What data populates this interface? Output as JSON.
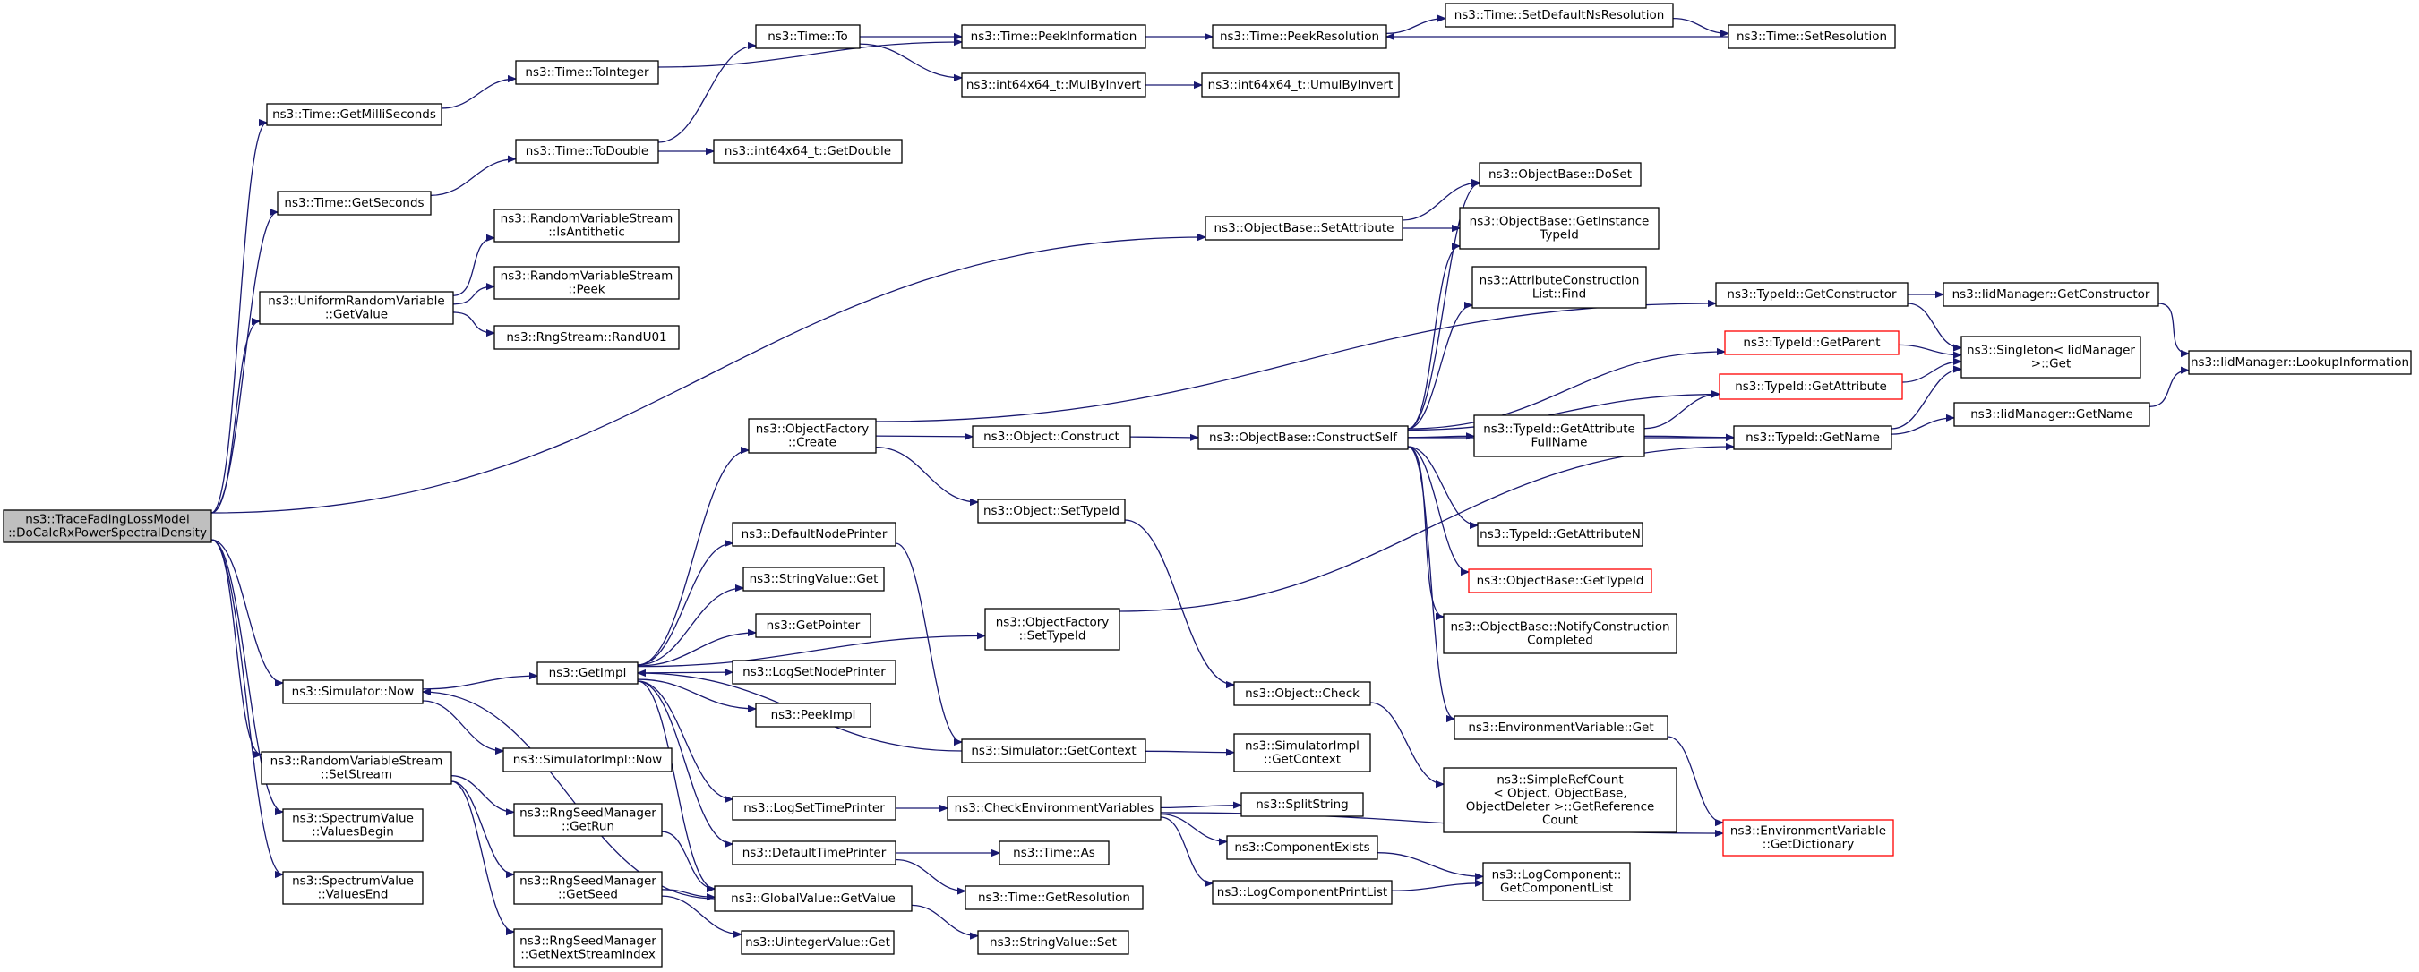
{
  "root": {
    "id": "root",
    "lines": [
      "ns3::TraceFadingLossModel",
      "::DoCalcRxPowerSpectralDensity"
    ]
  },
  "nodes": [
    {
      "id": "root",
      "lines": [
        "ns3::TraceFadingLossModel",
        "::DoCalcRxPowerSpectralDensity"
      ]
    },
    {
      "id": "getMilli",
      "lines": [
        "ns3::Time::GetMilliSeconds"
      ]
    },
    {
      "id": "getSeconds",
      "lines": [
        "ns3::Time::GetSeconds"
      ]
    },
    {
      "id": "uniGetValue",
      "lines": [
        "ns3::UniformRandomVariable",
        "::GetValue"
      ]
    },
    {
      "id": "simNow",
      "lines": [
        "ns3::Simulator::Now"
      ]
    },
    {
      "id": "rvsSetStream",
      "lines": [
        "ns3::RandomVariableStream",
        "::SetStream"
      ]
    },
    {
      "id": "svBegin",
      "lines": [
        "ns3::SpectrumValue",
        "::ValuesBegin"
      ]
    },
    {
      "id": "svEnd",
      "lines": [
        "ns3::SpectrumValue",
        "::ValuesEnd"
      ]
    },
    {
      "id": "toInteger",
      "lines": [
        "ns3::Time::ToInteger"
      ]
    },
    {
      "id": "toDouble",
      "lines": [
        "ns3::Time::ToDouble"
      ]
    },
    {
      "id": "isAnti",
      "lines": [
        "ns3::RandomVariableStream",
        "::IsAntithetic"
      ]
    },
    {
      "id": "peekRvs",
      "lines": [
        "ns3::RandomVariableStream",
        "::Peek"
      ]
    },
    {
      "id": "randU01",
      "lines": [
        "ns3::RngStream::RandU01"
      ]
    },
    {
      "id": "getImpl",
      "lines": [
        "ns3::GetImpl"
      ]
    },
    {
      "id": "simImplNow",
      "lines": [
        "ns3::SimulatorImpl::Now"
      ]
    },
    {
      "id": "rngGetRun",
      "lines": [
        "ns3::RngSeedManager",
        "::GetRun"
      ]
    },
    {
      "id": "rngGetSeed",
      "lines": [
        "ns3::RngSeedManager",
        "::GetSeed"
      ]
    },
    {
      "id": "rngNext",
      "lines": [
        "ns3::RngSeedManager",
        "::GetNextStreamIndex"
      ]
    },
    {
      "id": "timeTo",
      "lines": [
        "ns3::Time::To"
      ]
    },
    {
      "id": "i64GetDouble",
      "lines": [
        "ns3::int64x64_t::GetDouble"
      ]
    },
    {
      "id": "objFactCreate",
      "lines": [
        "ns3::ObjectFactory",
        "::Create"
      ]
    },
    {
      "id": "defNodePrinter",
      "lines": [
        "ns3::DefaultNodePrinter"
      ]
    },
    {
      "id": "stringValGet",
      "lines": [
        "ns3::StringValue::Get"
      ]
    },
    {
      "id": "getPointer",
      "lines": [
        "ns3::GetPointer"
      ]
    },
    {
      "id": "logSetNodePrinter",
      "lines": [
        "ns3::LogSetNodePrinter"
      ]
    },
    {
      "id": "peekImpl",
      "lines": [
        "ns3::PeekImpl"
      ]
    },
    {
      "id": "logSetTimePrinter",
      "lines": [
        "ns3::LogSetTimePrinter"
      ]
    },
    {
      "id": "defTimePrinter",
      "lines": [
        "ns3::DefaultTimePrinter"
      ]
    },
    {
      "id": "gvGetValue",
      "lines": [
        "ns3::GlobalValue::GetValue"
      ]
    },
    {
      "id": "uintValGet",
      "lines": [
        "ns3::UintegerValue::Get"
      ]
    },
    {
      "id": "peekInfo",
      "lines": [
        "ns3::Time::PeekInformation"
      ]
    },
    {
      "id": "mulByInvert",
      "lines": [
        "ns3::int64x64_t::MulByInvert"
      ]
    },
    {
      "id": "objConstruct",
      "lines": [
        "ns3::Object::Construct"
      ]
    },
    {
      "id": "objSetTypeId",
      "lines": [
        "ns3::Object::SetTypeId"
      ]
    },
    {
      "id": "ofSetTypeId",
      "lines": [
        "ns3::ObjectFactory",
        "::SetTypeId"
      ]
    },
    {
      "id": "simGetContext",
      "lines": [
        "ns3::Simulator::GetContext"
      ]
    },
    {
      "id": "checkEnv",
      "lines": [
        "ns3::CheckEnvironmentVariables"
      ]
    },
    {
      "id": "timeAs",
      "lines": [
        "ns3::Time::As"
      ]
    },
    {
      "id": "timeGetRes",
      "lines": [
        "ns3::Time::GetResolution"
      ]
    },
    {
      "id": "strValSet",
      "lines": [
        "ns3::StringValue::Set"
      ]
    },
    {
      "id": "peekRes",
      "lines": [
        "ns3::Time::PeekResolution"
      ]
    },
    {
      "id": "umulByInvert",
      "lines": [
        "ns3::int64x64_t::UmulByInvert"
      ]
    },
    {
      "id": "obSetAttr",
      "lines": [
        "ns3::ObjectBase::SetAttribute"
      ]
    },
    {
      "id": "obConstructSelf",
      "lines": [
        "ns3::ObjectBase::ConstructSelf"
      ]
    },
    {
      "id": "objCheck",
      "lines": [
        "ns3::Object::Check"
      ]
    },
    {
      "id": "simImplGetContext",
      "lines": [
        "ns3::SimulatorImpl",
        "::GetContext"
      ]
    },
    {
      "id": "splitString",
      "lines": [
        "ns3::SplitString"
      ]
    },
    {
      "id": "compExists",
      "lines": [
        "ns3::ComponentExists"
      ]
    },
    {
      "id": "logCompPrintList",
      "lines": [
        "ns3::LogComponentPrintList"
      ]
    },
    {
      "id": "setDefNsRes",
      "lines": [
        "ns3::Time::SetDefaultNsResolution"
      ]
    },
    {
      "id": "obDoSet",
      "lines": [
        "ns3::ObjectBase::DoSet"
      ]
    },
    {
      "id": "obGetInstTypeId",
      "lines": [
        "ns3::ObjectBase::GetInstance",
        "TypeId"
      ]
    },
    {
      "id": "attrConstrFind",
      "lines": [
        "ns3::AttributeConstruction",
        "List::Find"
      ]
    },
    {
      "id": "tidGetAttrFullName",
      "lines": [
        "ns3::TypeId::GetAttribute",
        "FullName"
      ]
    },
    {
      "id": "tidGetAttrN",
      "lines": [
        "ns3::TypeId::GetAttributeN"
      ]
    },
    {
      "id": "obGetTypeId",
      "lines": [
        "ns3::ObjectBase::GetTypeId"
      ],
      "truncated": true
    },
    {
      "id": "obNotify",
      "lines": [
        "ns3::ObjectBase::NotifyConstruction",
        "Completed"
      ]
    },
    {
      "id": "envGet",
      "lines": [
        "ns3::EnvironmentVariable::Get"
      ]
    },
    {
      "id": "simpleRef",
      "lines": [
        "ns3::SimpleRefCount",
        "< Object, ObjectBase,",
        "ObjectDeleter >::GetReference",
        "Count"
      ]
    },
    {
      "id": "logCompGetList",
      "lines": [
        "ns3::LogComponent::",
        "GetComponentList"
      ]
    },
    {
      "id": "setRes",
      "lines": [
        "ns3::Time::SetResolution"
      ]
    },
    {
      "id": "tidGetConstructor",
      "lines": [
        "ns3::TypeId::GetConstructor"
      ]
    },
    {
      "id": "tidGetParent",
      "lines": [
        "ns3::TypeId::GetParent"
      ],
      "truncated": true
    },
    {
      "id": "tidGetAttribute",
      "lines": [
        "ns3::TypeId::GetAttribute"
      ],
      "truncated": true
    },
    {
      "id": "tidGetName",
      "lines": [
        "ns3::TypeId::GetName"
      ]
    },
    {
      "id": "envGetDict",
      "lines": [
        "ns3::EnvironmentVariable",
        "::GetDictionary"
      ],
      "truncated": true
    },
    {
      "id": "iidGetConstructor",
      "lines": [
        "ns3::IidManager::GetConstructor"
      ]
    },
    {
      "id": "singletonGet",
      "lines": [
        "ns3::Singleton< IidManager",
        ">::Get"
      ]
    },
    {
      "id": "iidGetName",
      "lines": [
        "ns3::IidManager::GetName"
      ]
    },
    {
      "id": "iidLookup",
      "lines": [
        "ns3::IidManager::LookupInformation"
      ]
    }
  ],
  "edges": [
    [
      "root",
      "getMilli"
    ],
    [
      "root",
      "getSeconds"
    ],
    [
      "root",
      "uniGetValue"
    ],
    [
      "root",
      "obSetAttr"
    ],
    [
      "root",
      "simNow"
    ],
    [
      "root",
      "rvsSetStream"
    ],
    [
      "root",
      "svBegin"
    ],
    [
      "root",
      "svEnd"
    ],
    [
      "getMilli",
      "toInteger"
    ],
    [
      "toInteger",
      "peekInfo"
    ],
    [
      "getSeconds",
      "toDouble"
    ],
    [
      "toDouble",
      "timeTo"
    ],
    [
      "toDouble",
      "i64GetDouble"
    ],
    [
      "timeTo",
      "peekInfo"
    ],
    [
      "timeTo",
      "mulByInvert"
    ],
    [
      "mulByInvert",
      "umulByInvert"
    ],
    [
      "peekInfo",
      "peekRes"
    ],
    [
      "peekRes",
      "setDefNsRes"
    ],
    [
      "setDefNsRes",
      "setRes"
    ],
    [
      "setRes",
      "peekRes"
    ],
    [
      "uniGetValue",
      "isAnti"
    ],
    [
      "uniGetValue",
      "peekRvs"
    ],
    [
      "uniGetValue",
      "randU01"
    ],
    [
      "simNow",
      "getImpl"
    ],
    [
      "simNow",
      "simImplNow"
    ],
    [
      "rvsSetStream",
      "rngGetRun"
    ],
    [
      "rvsSetStream",
      "rngGetSeed"
    ],
    [
      "rvsSetStream",
      "rngNext"
    ],
    [
      "rngGetRun",
      "gvGetValue"
    ],
    [
      "rngGetSeed",
      "gvGetValue"
    ],
    [
      "rngGetSeed",
      "uintValGet"
    ],
    [
      "getImpl",
      "objFactCreate"
    ],
    [
      "getImpl",
      "defNodePrinter"
    ],
    [
      "getImpl",
      "stringValGet"
    ],
    [
      "getImpl",
      "getPointer"
    ],
    [
      "getImpl",
      "logSetNodePrinter"
    ],
    [
      "getImpl",
      "peekImpl"
    ],
    [
      "getImpl",
      "logSetTimePrinter"
    ],
    [
      "getImpl",
      "defTimePrinter"
    ],
    [
      "getImpl",
      "gvGetValue"
    ],
    [
      "getImpl",
      "ofSetTypeId"
    ],
    [
      "simGetContext",
      "getImpl"
    ],
    [
      "gvGetValue",
      "simNow"
    ],
    [
      "defNodePrinter",
      "simGetContext"
    ],
    [
      "simGetContext",
      "simImplGetContext"
    ],
    [
      "defTimePrinter",
      "timeAs"
    ],
    [
      "defTimePrinter",
      "timeGetRes"
    ],
    [
      "gvGetValue",
      "strValSet"
    ],
    [
      "logSetTimePrinter",
      "checkEnv"
    ],
    [
      "checkEnv",
      "splitString"
    ],
    [
      "checkEnv",
      "compExists"
    ],
    [
      "checkEnv",
      "logCompPrintList"
    ],
    [
      "checkEnv",
      "envGetDict"
    ],
    [
      "compExists",
      "logCompGetList"
    ],
    [
      "logCompPrintList",
      "logCompGetList"
    ],
    [
      "objFactCreate",
      "objConstruct"
    ],
    [
      "objFactCreate",
      "objSetTypeId"
    ],
    [
      "objFactCreate",
      "tidGetConstructor"
    ],
    [
      "objConstruct",
      "obConstructSelf"
    ],
    [
      "objSetTypeId",
      "objCheck"
    ],
    [
      "objCheck",
      "simpleRef"
    ],
    [
      "ofSetTypeId",
      "tidGetName"
    ],
    [
      "obSetAttr",
      "obDoSet"
    ],
    [
      "obSetAttr",
      "obGetInstTypeId"
    ],
    [
      "obConstructSelf",
      "obDoSet"
    ],
    [
      "obConstructSelf",
      "obGetInstTypeId"
    ],
    [
      "obConstructSelf",
      "attrConstrFind"
    ],
    [
      "obConstructSelf",
      "tidGetParent"
    ],
    [
      "obConstructSelf",
      "tidGetAttribute"
    ],
    [
      "obConstructSelf",
      "tidGetAttrFullName"
    ],
    [
      "obConstructSelf",
      "tidGetName"
    ],
    [
      "obConstructSelf",
      "tidGetAttrN"
    ],
    [
      "obConstructSelf",
      "obGetTypeId"
    ],
    [
      "obConstructSelf",
      "obNotify"
    ],
    [
      "obConstructSelf",
      "envGet"
    ],
    [
      "envGet",
      "envGetDict"
    ],
    [
      "tidGetAttrFullName",
      "tidGetAttribute"
    ],
    [
      "tidGetAttrFullName",
      "tidGetName"
    ],
    [
      "tidGetConstructor",
      "iidGetConstructor"
    ],
    [
      "tidGetConstructor",
      "singletonGet"
    ],
    [
      "tidGetParent",
      "singletonGet"
    ],
    [
      "tidGetAttribute",
      "singletonGet"
    ],
    [
      "tidGetName",
      "singletonGet"
    ],
    [
      "tidGetName",
      "iidGetName"
    ],
    [
      "iidGetConstructor",
      "iidLookup"
    ],
    [
      "iidGetName",
      "iidLookup"
    ]
  ]
}
